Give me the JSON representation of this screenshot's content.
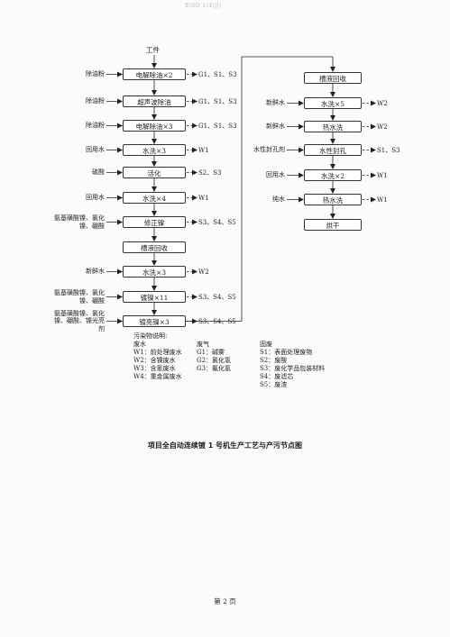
{
  "scan_mark": "Ⅱ\\SO 1/4|||\\",
  "start_label": "工件",
  "left_column": {
    "steps": [
      {
        "box": "电解除油×2",
        "input": "除油粉",
        "output": "G1、S1、S3"
      },
      {
        "box": "超声波除油",
        "input": "除油粉",
        "output": "G1、S1、S3"
      },
      {
        "box": "电解除油×3",
        "input": "除油粉",
        "output": "G1、S1、S3"
      },
      {
        "box": "水洗×3",
        "input": "回用水",
        "output": "W1"
      },
      {
        "box": "活化",
        "input": "硫酸",
        "output": "S2、S3"
      },
      {
        "box": "水洗×4",
        "input": "回用水",
        "output": "W1"
      },
      {
        "box": "修正镍",
        "input": "氨基磺酸镍、氯化镍、硼酸",
        "output": "S3、S4、S5"
      },
      {
        "box": "槽液回收",
        "input": "",
        "output": ""
      },
      {
        "box": "水洗×3",
        "input": "新鲜水",
        "output": "W2"
      },
      {
        "box": "镀镍×11",
        "input": "氨基磺酸镍、氯化镍、硼酸",
        "output": "S3、S4、S5"
      },
      {
        "box": "镀亮镍×3",
        "input": "氨基磺酸镍、氯化镍、硼酸、镍光亮剂",
        "output": "S3、S4、S5"
      }
    ]
  },
  "right_column": {
    "steps": [
      {
        "box": "槽液回收",
        "input": "",
        "output": ""
      },
      {
        "box": "水洗×5",
        "input": "新鲜水",
        "output": "W2"
      },
      {
        "box": "热水洗",
        "input": "新鲜水",
        "output": "W2"
      },
      {
        "box": "水性封孔",
        "input": "水性封孔剂",
        "output": "S1、S3"
      },
      {
        "box": "水洗×2",
        "input": "回用水",
        "output": "W1"
      },
      {
        "box": "热水洗",
        "input": "纯水",
        "output": "W1"
      },
      {
        "box": "烘干",
        "input": "",
        "output": ""
      }
    ]
  },
  "legend": {
    "title": "污染物说明:",
    "water": {
      "heading": "废水",
      "items": [
        "W1：前处理废水",
        "W2：含镍废水",
        "W3：含氰废水",
        "W4：重金属废水"
      ]
    },
    "gas": {
      "heading": "废气",
      "items": [
        "G1：碱雾",
        "G2：氯化氢",
        "G3：氟化氢"
      ]
    },
    "solid": {
      "heading": "固废",
      "items": [
        "S1：表面处理废物",
        "S2：废酸",
        "S3：废化学品包装材料",
        "S4：废滤芯",
        "S5：废渣"
      ]
    }
  },
  "caption": "项目全自动连续镀 1 号机生产工艺与产污节点图",
  "page_number": "第 2 页"
}
